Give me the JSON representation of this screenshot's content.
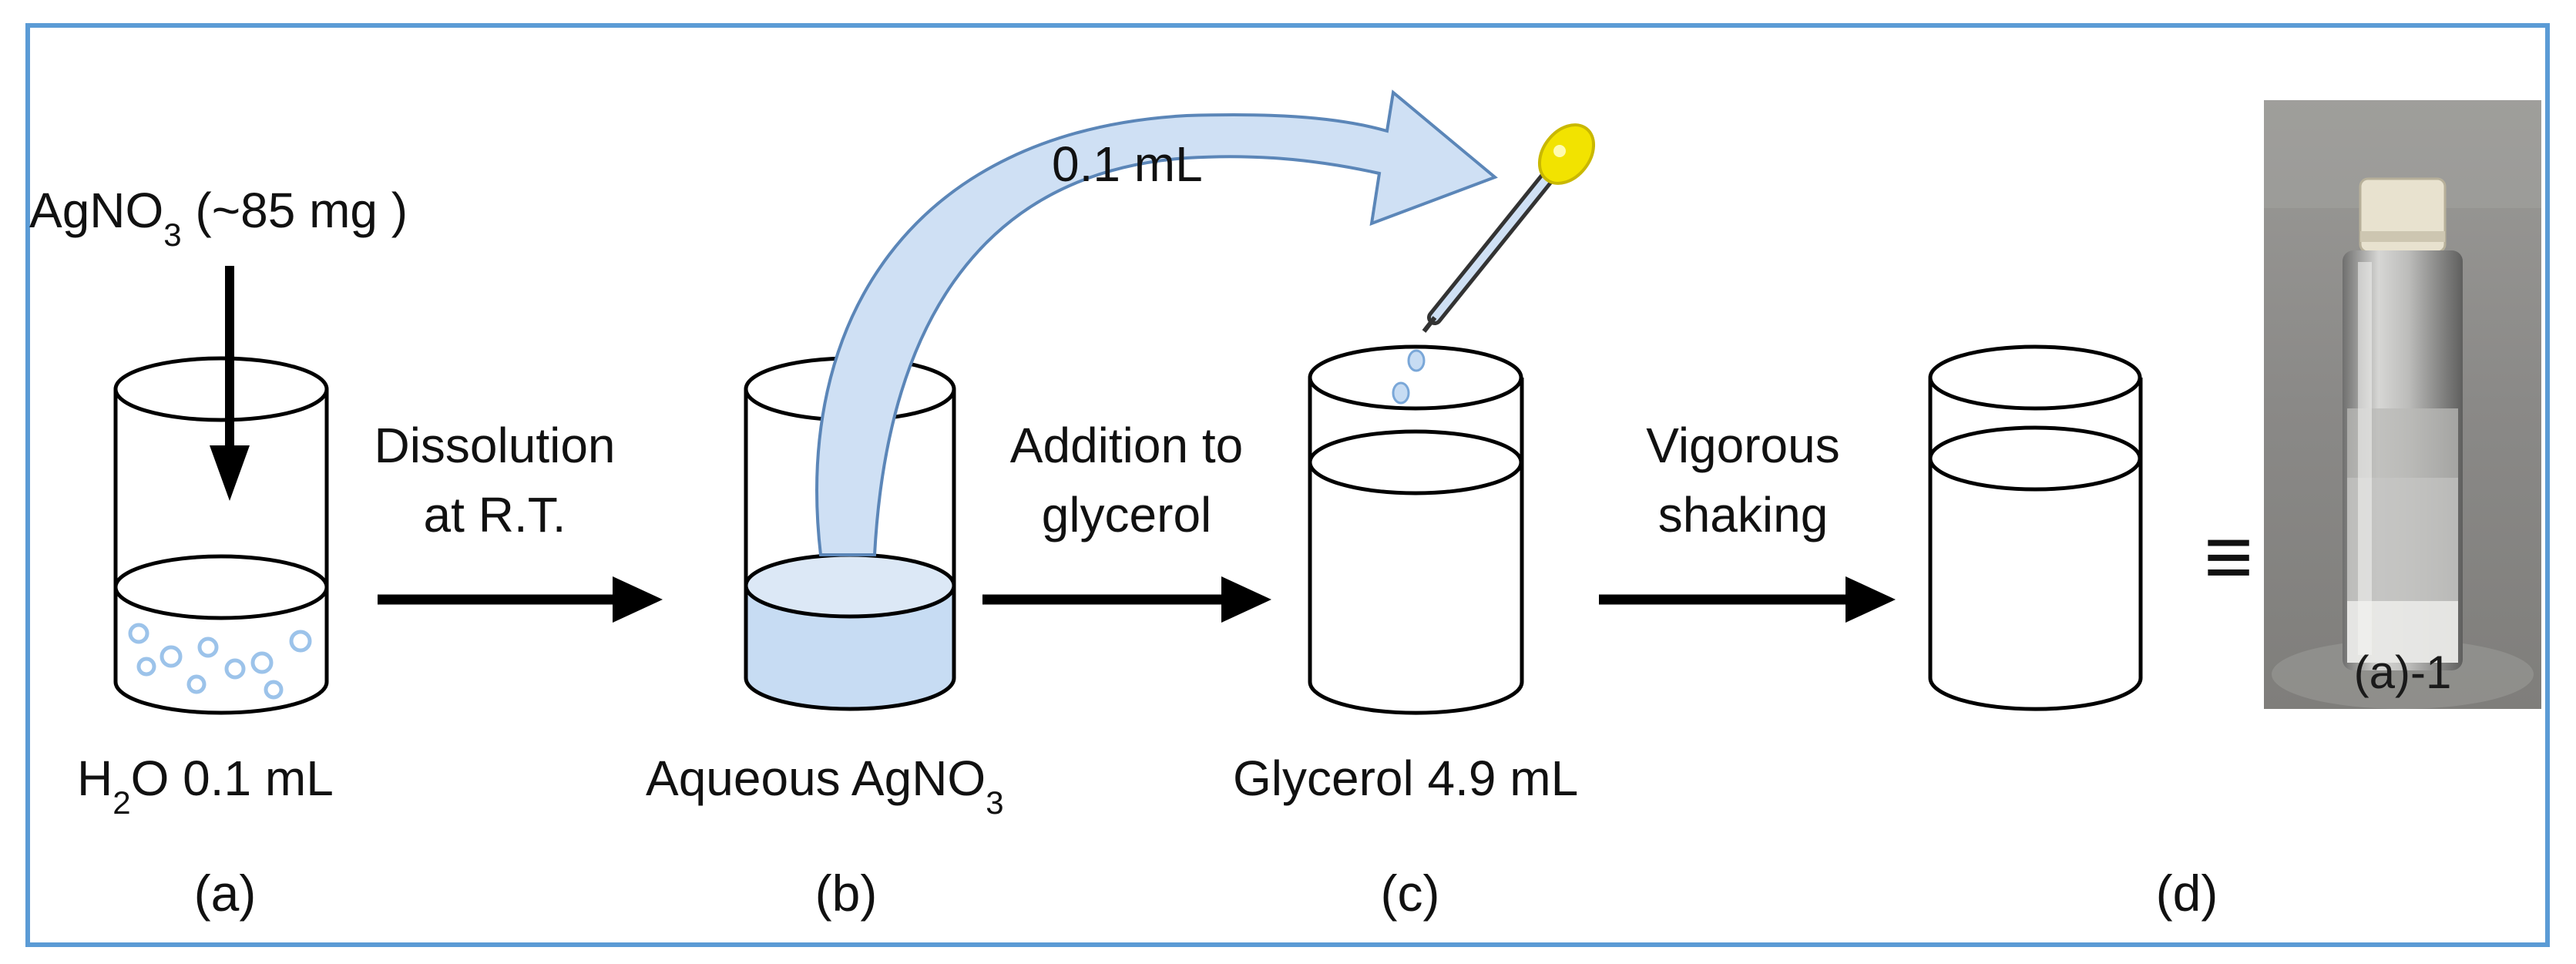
{
  "reagent": {
    "formula": "AgNO",
    "subscript": "3",
    "amount": " (~85 mg )"
  },
  "transfer_volume": "0.1 mL",
  "beakers": [
    {
      "caption_parts": [
        "H",
        "2",
        "O  0.1 mL"
      ],
      "step": "(a)"
    },
    {
      "caption_parts": [
        "Aqueous AgNO",
        "3"
      ],
      "step": "(b)"
    },
    {
      "caption_parts": [
        "Glycerol 4.9 mL"
      ],
      "step": "(c)"
    },
    {
      "caption_parts": [],
      "step": "(d)"
    }
  ],
  "arrows": [
    {
      "line1": "Dissolution",
      "line2": "at R.T."
    },
    {
      "line1": "Addition to",
      "line2": "glycerol"
    },
    {
      "line1": "Vigorous",
      "line2": "shaking"
    }
  ],
  "equivalence_symbol": "≡",
  "photo": {
    "label": "(a)-1"
  },
  "colors": {
    "frame": "#5b9bd5",
    "solution": "#c7dcf3",
    "transfer_arrow": "#cfe0f4",
    "dropper_bulb": "#f2e300",
    "bubbles": "#9cc3ea",
    "photo_bg": "#8a8a88"
  }
}
